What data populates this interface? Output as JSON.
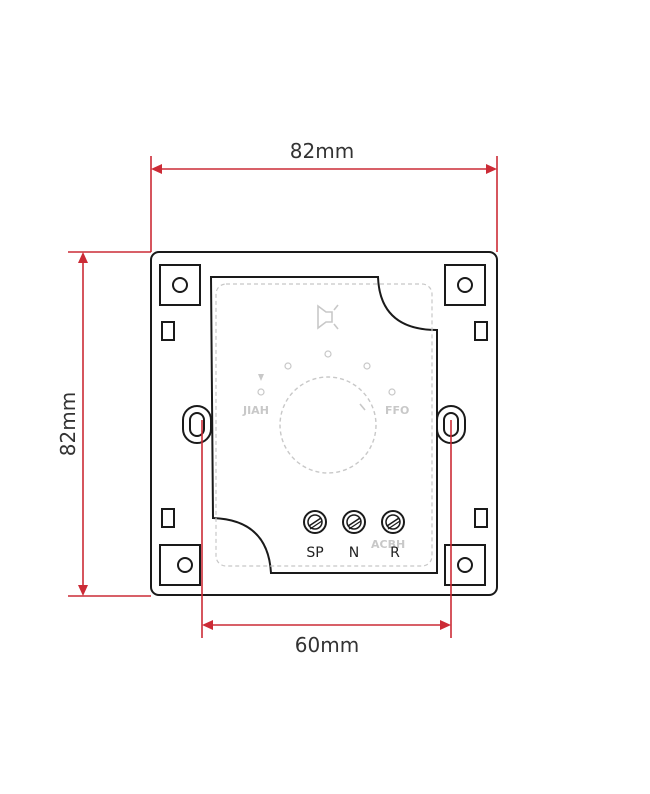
{
  "dimensions": {
    "width_label": "82mm",
    "height_label": "82mm",
    "mount_spacing_label": "60mm"
  },
  "terminals": [
    {
      "label": "SP"
    },
    {
      "label": "N"
    },
    {
      "label": "R"
    }
  ],
  "faint_marks": {
    "left_label": "JIAH",
    "right_label": "FFO",
    "brand_label": "ACBH"
  },
  "colors": {
    "dimension_line": "#cc2b36",
    "outline": "#1a1a1a",
    "faint": "#c8c8c8",
    "text": "#333333"
  }
}
